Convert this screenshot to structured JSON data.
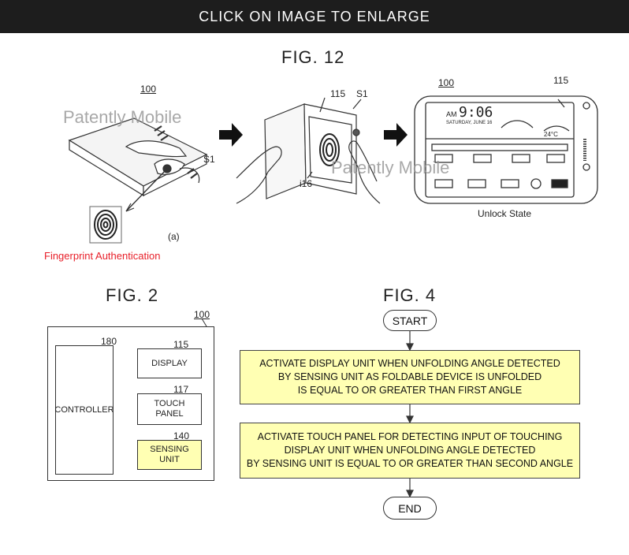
{
  "banner": {
    "text": "CLICK ON IMAGE TO ENLARGE"
  },
  "fig12": {
    "title": "FIG. 12",
    "ref_left": "100",
    "ref_s1_left": "S1",
    "label_a": "(a)",
    "caption": "Fingerprint Authentication",
    "ref_115_mid": "115",
    "ref_s1_mid": "S1",
    "ref_116": "i16",
    "ref_right": "100",
    "ref_115_right": "115",
    "phone_time": "9:06",
    "phone_ampm": "AM",
    "phone_date": "SATURDAY, JUNE 16",
    "phone_temp": "24°C",
    "unlock_caption": "Unlock State",
    "watermark": "Patently Mobile"
  },
  "fig2": {
    "title": "FIG. 2",
    "ref_100": "100",
    "ref_180": "180",
    "ref_115": "115",
    "ref_117": "117",
    "ref_140": "140",
    "controller": "CONTROLLER",
    "display": "DISPLAY",
    "touch_panel": "TOUCH\nPANEL",
    "sensing_unit": "SENSING\nUNIT"
  },
  "fig4": {
    "title": "FIG. 4",
    "start": "START",
    "step1": "ACTIVATE DISPLAY UNIT WHEN UNFOLDING ANGLE DETECTED\nBY SENSING UNIT AS FOLDABLE DEVICE IS UNFOLDED\nIS EQUAL TO OR GREATER THAN FIRST ANGLE",
    "step2": "ACTIVATE TOUCH PANEL FOR DETECTING INPUT OF TOUCHING\nDISPLAY UNIT WHEN UNFOLDING ANGLE DETECTED\nBY SENSING UNIT IS EQUAL TO OR GREATER THAN SECOND ANGLE",
    "end": "END"
  },
  "colors": {
    "highlight": "#ffffb3",
    "caption_red": "#e8202a",
    "banner_bg": "#1d1d1d"
  }
}
